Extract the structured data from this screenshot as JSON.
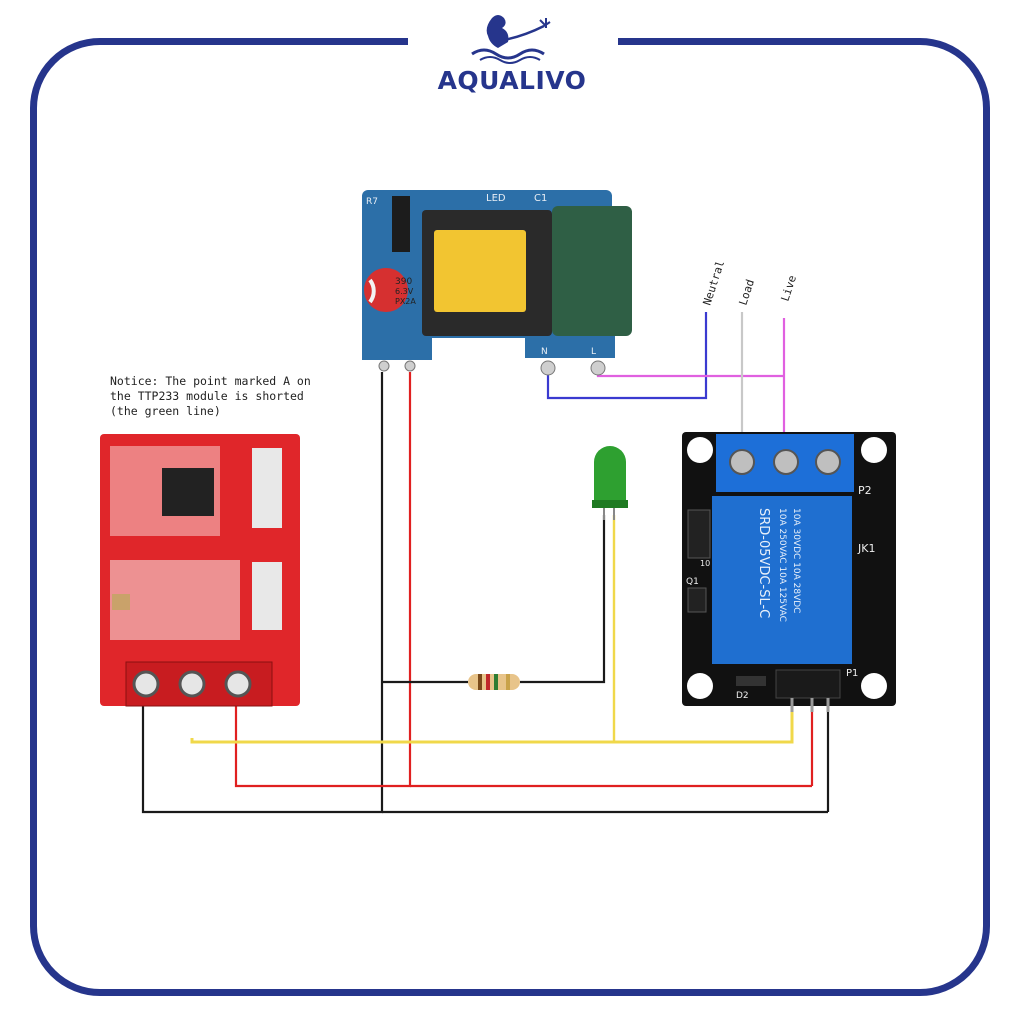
{
  "brand": {
    "name": "AQUALIVO",
    "accent_color": "#26358c"
  },
  "notice": {
    "line1": "Notice: The point marked A on",
    "line2": "the TTP233 module is shorted",
    "line3": "(the green line)"
  },
  "power_module": {
    "led_label": "LED",
    "c1_label": "C1",
    "r7_label": "R7",
    "cap_line1": "390",
    "cap_line2": "6.3V",
    "cap_line3": "PX2A",
    "n_label": "N",
    "l_label": "L"
  },
  "mains_labels": {
    "neutral": "Neutral",
    "load": "Load",
    "live": "Live"
  },
  "relay_module": {
    "relay_line1": "SRD-05VDC-SL-C",
    "relay_line2": "10A 250VAC  10A 125VAC",
    "relay_line3": "10A 30VDC   10A 28VDC",
    "p2_label": "P2",
    "jk1_label": "JK1",
    "p1_label": "P1",
    "d2_label": "D2",
    "q1_label": "Q1",
    "r_label": "10"
  },
  "wire_colors": {
    "black": "#1a1a1a",
    "red": "#e02020",
    "yellow": "#f0d84a",
    "blue": "#3a3ad0",
    "pink": "#e060e0",
    "led_green": "#2ea030",
    "touch_red": "#e0262a",
    "relay_blue": "#1f6fd0",
    "module_blue": "#2c6fa8"
  }
}
